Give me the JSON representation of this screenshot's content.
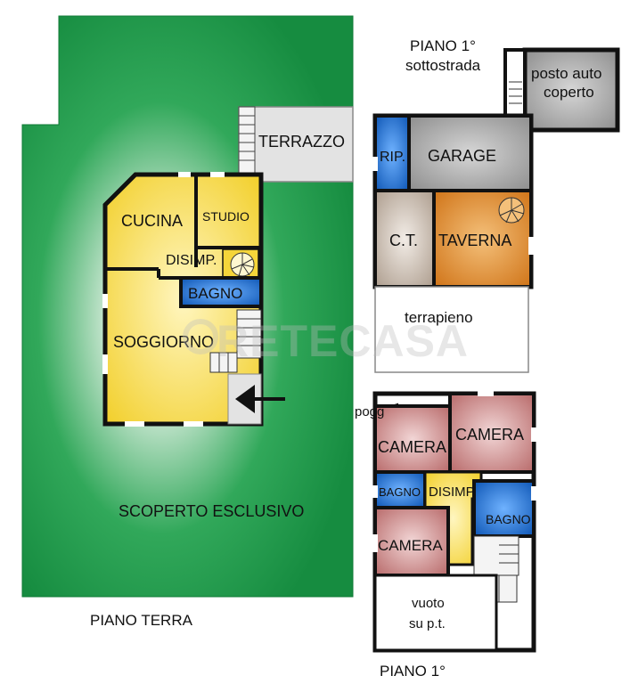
{
  "colors": {
    "garden": "#1e9b4a",
    "living_yellow": "#f5d53a",
    "bath_blue": "#1565c0",
    "bedroom_red": "#c07070",
    "garage_grey": "#9e9e9e",
    "tavern_orange": "#d8801c",
    "ct_beige": "#b8a99a",
    "wall": "#111111"
  },
  "ground_floor": {
    "caption": "PIANO TERRA",
    "garden_label": "SCOPERTO ESCLUSIVO",
    "rooms": {
      "terrazzo": "TERRAZZO",
      "cucina": "CUCINA",
      "studio": "STUDIO",
      "disimpegno": "DISIMP.",
      "bagno": "BAGNO",
      "soggiorno": "SOGGIORNO"
    },
    "entrance_icon": "arrow-left-icon"
  },
  "basement": {
    "caption_line1": "PIANO 1°",
    "caption_line2": "sottostrada",
    "rooms": {
      "posto_auto_line1": "posto auto",
      "posto_auto_line2": "coperto",
      "ripostiglio": "RIP.",
      "garage": "GARAGE",
      "ct": "C.T.",
      "taverna": "TAVERNA",
      "terrapieno": "terrapieno"
    }
  },
  "first_floor": {
    "caption": "PIANO 1°",
    "rooms": {
      "pogg": "pogg",
      "camera_left": "CAMERA",
      "camera_right": "CAMERA",
      "bagno_left": "BAGNO",
      "disimpegno": "DISIMP.",
      "bagno_right": "BAGNO",
      "camera_bottom": "CAMERA",
      "vuoto_line1": "vuoto",
      "vuoto_line2": "su p.t."
    }
  },
  "watermark": "RETECASA"
}
